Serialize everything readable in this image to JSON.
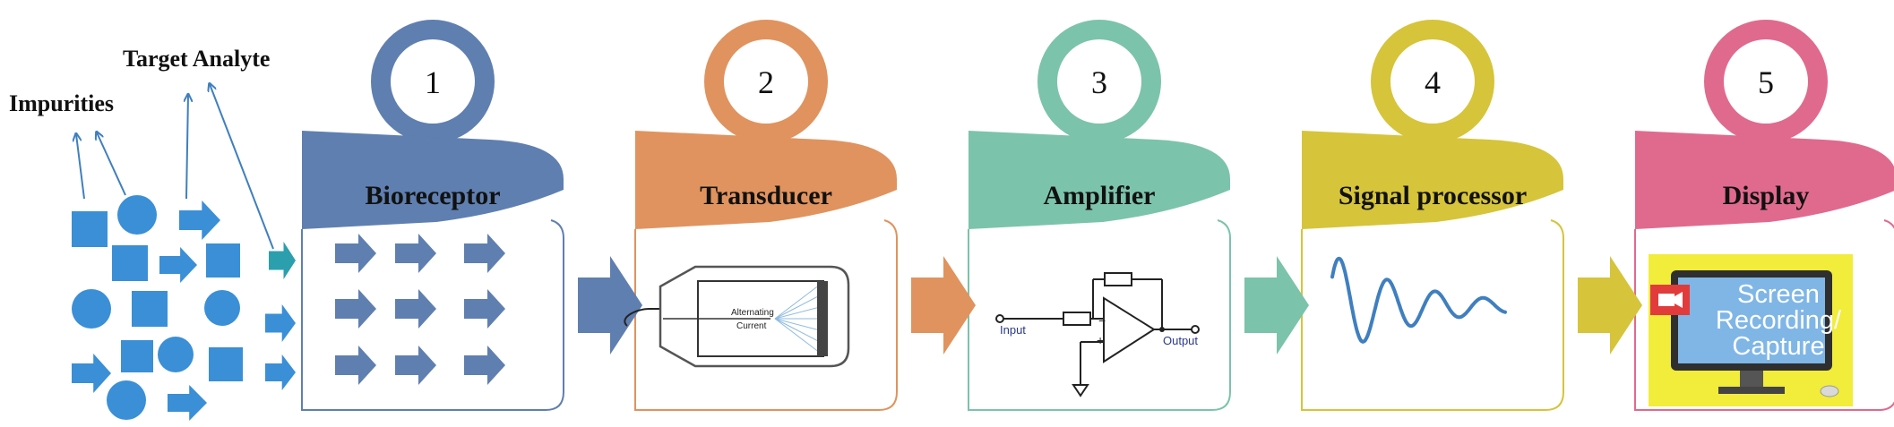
{
  "labels": {
    "impurities": "Impurities",
    "target_analyte": "Target Analyte"
  },
  "stages": [
    {
      "number": "1",
      "title": "Bioreceptor",
      "color": "#5f7fb0"
    },
    {
      "number": "2",
      "title": "Transducer",
      "color": "#e0935e"
    },
    {
      "number": "3",
      "title": "Amplifier",
      "color": "#7cc3ab"
    },
    {
      "number": "4",
      "title": "Signal processor",
      "color": "#d6c43a"
    },
    {
      "number": "5",
      "title": "Display",
      "color": "#e06a8e"
    }
  ],
  "transducer_text": [
    "Alternating",
    "Current"
  ],
  "amplifier": {
    "input_label": "Input",
    "output_label": "Output",
    "plus": "+",
    "minus": "−"
  },
  "display": {
    "screen_lines": [
      "Screen",
      "Recording/",
      "Capture"
    ]
  },
  "colors": {
    "shape_blue": "#3a8fd6",
    "arrow_line": "#3f7fbf",
    "connector_teal": "#2c9fae",
    "wave": "#3f7fc0",
    "display_bg": "#f2ec3a",
    "monitor_screen": "#7fb6e6",
    "record_icon": "#e23b3b"
  }
}
